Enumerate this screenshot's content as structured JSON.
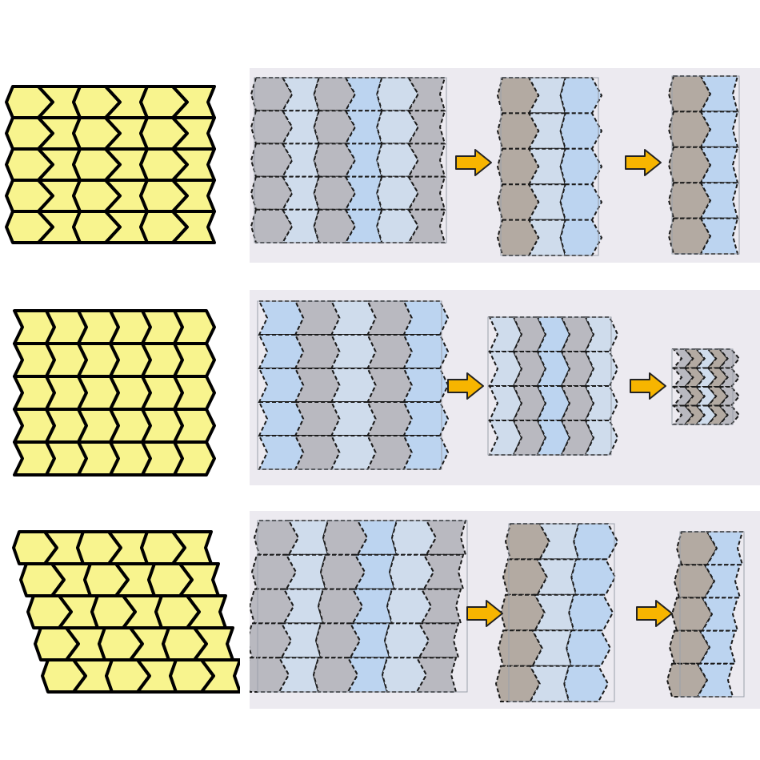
{
  "figure": {
    "colors": {
      "pattern_fill": "#f8f48e",
      "pattern_stroke": "#000000",
      "photo_background": "#eceaf0",
      "paper_light": "#cfdcec",
      "paper_blue": "#bcd4f0",
      "paper_gray": "#b9b9c0",
      "paper_tan": "#b3aaa2",
      "fold_line": "#1a1a1a",
      "arrow_fill": "#f7b500",
      "arrow_stroke": "#222222"
    },
    "rows": [
      {
        "pattern_type": "trapezoid-zigzag",
        "stages": [
          "flat-sheet",
          "curved-shell",
          "rolled-shell"
        ],
        "arrows": [
          "arrow-right",
          "arrow-right"
        ]
      },
      {
        "pattern_type": "miura-ori",
        "stages": [
          "flat-sheet",
          "partially-folded",
          "fully-folded"
        ],
        "arrows": [
          "arrow-right",
          "arrow-right"
        ]
      },
      {
        "pattern_type": "sheared-trapezoid-zigzag",
        "stages": [
          "flat-sheet",
          "curved-shell",
          "rolled-shell"
        ],
        "arrows": [
          "arrow-right",
          "arrow-right"
        ]
      }
    ]
  }
}
